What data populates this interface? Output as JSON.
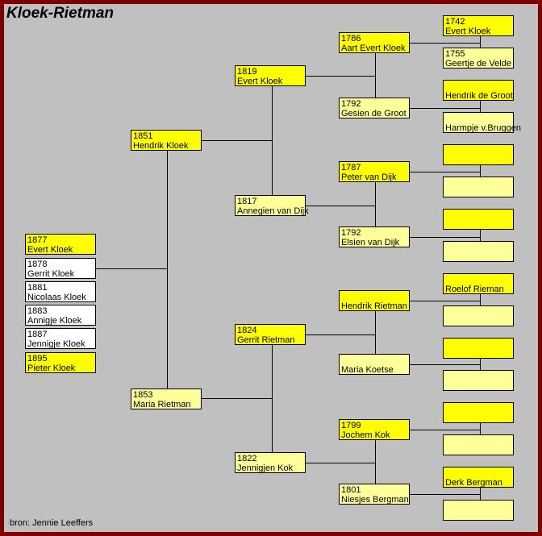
{
  "title": "Kloek-Rietman",
  "source": "bron: Jennie Leeffers",
  "colors": {
    "border": "#800000",
    "background": "#c0c0c0",
    "male": "#ffff00",
    "female": "#ffff99",
    "child": "#ffffff"
  },
  "children": [
    {
      "year": "1877",
      "name": "Evert Kloek",
      "highlight": true
    },
    {
      "year": "1878",
      "name": "Gerrit Kloek",
      "highlight": false
    },
    {
      "year": "1881",
      "name": "Nicolaas Kloek",
      "highlight": false
    },
    {
      "year": "1883",
      "name": "Annigje Kloek",
      "highlight": false
    },
    {
      "year": "1887",
      "name": "Jennigje Kloek",
      "highlight": false
    },
    {
      "year": "1895",
      "name": "Pieter Kloek",
      "highlight": true
    }
  ],
  "parents": [
    {
      "year": "1851",
      "name": "Hendrik Kloek"
    },
    {
      "year": "1853",
      "name": "Maria Rietman"
    }
  ],
  "grandparents": [
    {
      "year": "1819",
      "name": "Evert Kloek"
    },
    {
      "year": "1817",
      "name": "Annegien van Dijk"
    },
    {
      "year": "1824",
      "name": "Gerrit Rietman"
    },
    {
      "year": "1822",
      "name": "Jennigjen Kok"
    }
  ],
  "great_grandparents": [
    {
      "year": "1786",
      "name": "Aart Evert Kloek"
    },
    {
      "year": "1792",
      "name": "Gesien de Groot"
    },
    {
      "year": "1787",
      "name": "Peter van Dijk"
    },
    {
      "year": "1792",
      "name": "Elsien van Dijk"
    },
    {
      "year": "",
      "name": "Hendrik Rietman"
    },
    {
      "year": "",
      "name": "Maria Koetse"
    },
    {
      "year": "1799",
      "name": "Jochem Kok"
    },
    {
      "year": "1801",
      "name": "Niesjes Bergman"
    }
  ],
  "great_great_grandparents": [
    {
      "year": "1742",
      "name": "Evert Kloek"
    },
    {
      "year": "1755",
      "name": "Geertje de Velde"
    },
    {
      "year": "",
      "name": "Hendrik de Groot"
    },
    {
      "year": "",
      "name": "Harmpje v.Bruggen"
    },
    {
      "year": "",
      "name": ""
    },
    {
      "year": "",
      "name": ""
    },
    {
      "year": "",
      "name": ""
    },
    {
      "year": "",
      "name": ""
    },
    {
      "year": "",
      "name": "Roelof Rieman"
    },
    {
      "year": "",
      "name": ""
    },
    {
      "year": "",
      "name": ""
    },
    {
      "year": "",
      "name": ""
    },
    {
      "year": "",
      "name": ""
    },
    {
      "year": "",
      "name": ""
    },
    {
      "year": "",
      "name": "Derk Bergman"
    },
    {
      "year": "",
      "name": ""
    }
  ]
}
